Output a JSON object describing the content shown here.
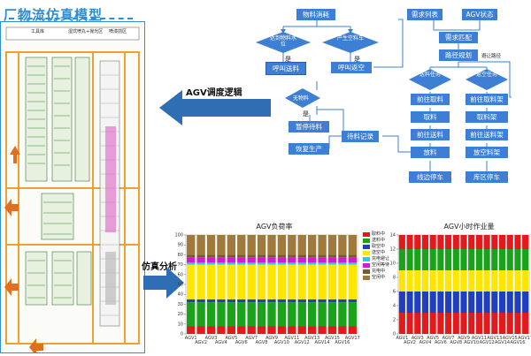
{
  "header": {
    "title": "厂物流仿真模型"
  },
  "layout_labels": [
    "工具库",
    "湿式喷丸+抛光区",
    "喷漆前区"
  ],
  "arrows": {
    "logic": "AGV调度逻辑",
    "sim": "仿真分析"
  },
  "flow": {
    "nodes": {
      "material_consume": "物料消耗",
      "q_stock": "达到物料水位",
      "q_produce": "产生空料车",
      "call_deliver": "呼叫送料",
      "call_return": "呼叫返空",
      "no_material": "无物料",
      "pause": "暂停待料",
      "wait_record": "待料记录",
      "resume": "恢复生产",
      "req_list": "需求列表",
      "agv_status": "AGV状态",
      "req_match": "需求匹配",
      "path_plan": "路径规划",
      "deliver_task": "送料任务",
      "return_task": "返空任务",
      "goto_pick": "前往取料",
      "pick": "取料",
      "goto_deliver": "前往送料",
      "drop": "放料",
      "goto_pick_rack": "前往取料架",
      "pick_rack": "取料架",
      "goto_return_rack": "前往送料架",
      "drop_rack": "放空料架",
      "park_line": "线边停车",
      "park_depot": "库区停车"
    },
    "edge_labels": {
      "yes1": "是",
      "yes2": "是",
      "no_yes": "是",
      "avoid": "避让路径"
    }
  },
  "chart_data": [
    {
      "type": "bar",
      "title": "AGV负荷率",
      "categories": [
        "AGV1",
        "AGV2",
        "AGV3",
        "AGV4",
        "AGV5",
        "AGV6",
        "AGV7",
        "AGV8",
        "AGV9",
        "AGV10",
        "AGV11",
        "AGV12",
        "AGV13",
        "AGV14",
        "AGV15",
        "AGV16",
        "AGV17"
      ],
      "ylim": [
        0,
        100
      ],
      "yticks": [
        0,
        10,
        20,
        30,
        40,
        50,
        60,
        70,
        80,
        90,
        100
      ],
      "stacked": true,
      "series": [
        {
          "name": "取料中",
          "color": "#e31a1c",
          "values": [
            8,
            8,
            8,
            8,
            8,
            8,
            8,
            8,
            8,
            8,
            8,
            8,
            8,
            8,
            8,
            8,
            8
          ]
        },
        {
          "name": "送料中",
          "color": "#1aa21a",
          "values": [
            24,
            24,
            24,
            24,
            24,
            24,
            24,
            24,
            24,
            24,
            24,
            24,
            24,
            24,
            24,
            24,
            24
          ]
        },
        {
          "name": "取空中",
          "color": "#1f3fbf",
          "values": [
            3,
            3,
            3,
            3,
            3,
            3,
            3,
            3,
            3,
            3,
            3,
            3,
            3,
            3,
            3,
            3,
            3
          ]
        },
        {
          "name": "送空中",
          "color": "#ffe600",
          "values": [
            35,
            35,
            35,
            35,
            35,
            35,
            35,
            35,
            35,
            35,
            35,
            35,
            35,
            35,
            35,
            35,
            35
          ]
        },
        {
          "name": "充电避让",
          "color": "#31c7e8",
          "values": [
            2,
            2,
            2,
            2,
            2,
            2,
            2,
            2,
            2,
            2,
            2,
            2,
            2,
            2,
            2,
            2,
            2
          ]
        },
        {
          "name": "空闲等待",
          "color": "#d21ad2",
          "values": [
            5,
            5,
            5,
            5,
            5,
            5,
            5,
            5,
            5,
            5,
            5,
            5,
            5,
            5,
            5,
            5,
            5
          ]
        },
        {
          "name": "充电中",
          "color": "#7a5a2a",
          "values": [
            3,
            3,
            3,
            3,
            3,
            3,
            3,
            3,
            3,
            3,
            3,
            3,
            3,
            3,
            3,
            3,
            3
          ]
        },
        {
          "name": "空闲中",
          "color": "#a07a3a",
          "values": [
            20,
            20,
            20,
            20,
            20,
            20,
            20,
            20,
            20,
            20,
            20,
            20,
            20,
            20,
            20,
            20,
            20
          ]
        }
      ]
    },
    {
      "type": "bar",
      "title": "AGV小时作业量",
      "categories": [
        "AGV1",
        "AGV2",
        "AGV3",
        "AGV4",
        "AGV5",
        "AGV6",
        "AGV7",
        "AGV8",
        "AGV9",
        "AGV10",
        "AGV11",
        "AGV12",
        "AGV13",
        "AGV14",
        "AGV15",
        "AGV16",
        "AGV17"
      ],
      "ylim": [
        0,
        14
      ],
      "yticks": [
        0,
        2,
        4,
        6,
        8,
        10,
        12,
        14
      ],
      "stacked": true,
      "series": [
        {
          "name": "",
          "color": "#e31a1c",
          "values": [
            3,
            3,
            3,
            3,
            3,
            3,
            3,
            3,
            3,
            3,
            3,
            3,
            3,
            3,
            3,
            3,
            3
          ]
        },
        {
          "name": "",
          "color": "#1f3fbf",
          "values": [
            3,
            3,
            3,
            3,
            3,
            3,
            3,
            3,
            3,
            3,
            3,
            3,
            3,
            3,
            3,
            3,
            3
          ]
        },
        {
          "name": "",
          "color": "#ffe600",
          "values": [
            3,
            3,
            3,
            3,
            3,
            3,
            3,
            3,
            3,
            3,
            3,
            3,
            3,
            3,
            3,
            3,
            3
          ]
        },
        {
          "name": "",
          "color": "#1aa21a",
          "values": [
            3,
            3,
            3,
            3,
            3,
            3,
            3,
            3,
            3,
            3,
            3,
            3,
            3,
            3,
            3,
            3,
            3
          ]
        },
        {
          "name": "",
          "color": "#e31a1c",
          "values": [
            2,
            2,
            2,
            2,
            2,
            2,
            2,
            2,
            2,
            2,
            2,
            2,
            2,
            2,
            2,
            2,
            2
          ]
        }
      ]
    }
  ]
}
